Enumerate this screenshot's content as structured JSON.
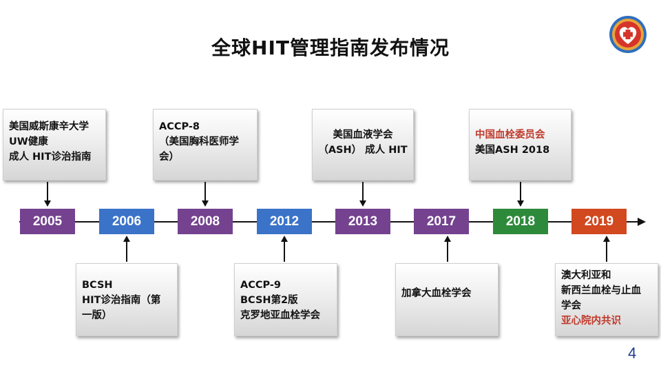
{
  "title": "全球HIT管理指南发布情况",
  "page_number": "4",
  "colors": {
    "purple": "#74428f",
    "blue": "#3a73c8",
    "green": "#2e8a3b",
    "orange": "#d2481f",
    "highlight": "#c0392b"
  },
  "logo": {
    "icon": "red-cross-heart-logo-icon"
  },
  "timeline": {
    "years": [
      "2005",
      "2006",
      "2008",
      "2012",
      "2013",
      "2017",
      "2018",
      "2019"
    ],
    "events": [
      {
        "lines": [
          "美国威斯康辛大学",
          "UW健康",
          "成人 HIT诊治指南"
        ]
      },
      {
        "lines": [
          "BCSH",
          "HIT诊治指南（第",
          "一版）"
        ]
      },
      {
        "lines": [
          "ACCP-8",
          "（美国胸科医师学",
          "会）"
        ]
      },
      {
        "lines": [
          "ACCP-9",
          "BCSH第2版",
          "克罗地亚血栓学会"
        ]
      },
      {
        "lines": [
          "美国血液学会",
          "（ASH） 成人 HIT"
        ]
      },
      {
        "lines": [
          "加拿大血栓学会"
        ]
      },
      {
        "lines": [
          "中国血栓委员会",
          "美国ASH 2018"
        ]
      },
      {
        "lines": [
          "澳大利亚和",
          "新西兰血栓与止血",
          "学会",
          "亚心院内共识"
        ]
      }
    ]
  }
}
